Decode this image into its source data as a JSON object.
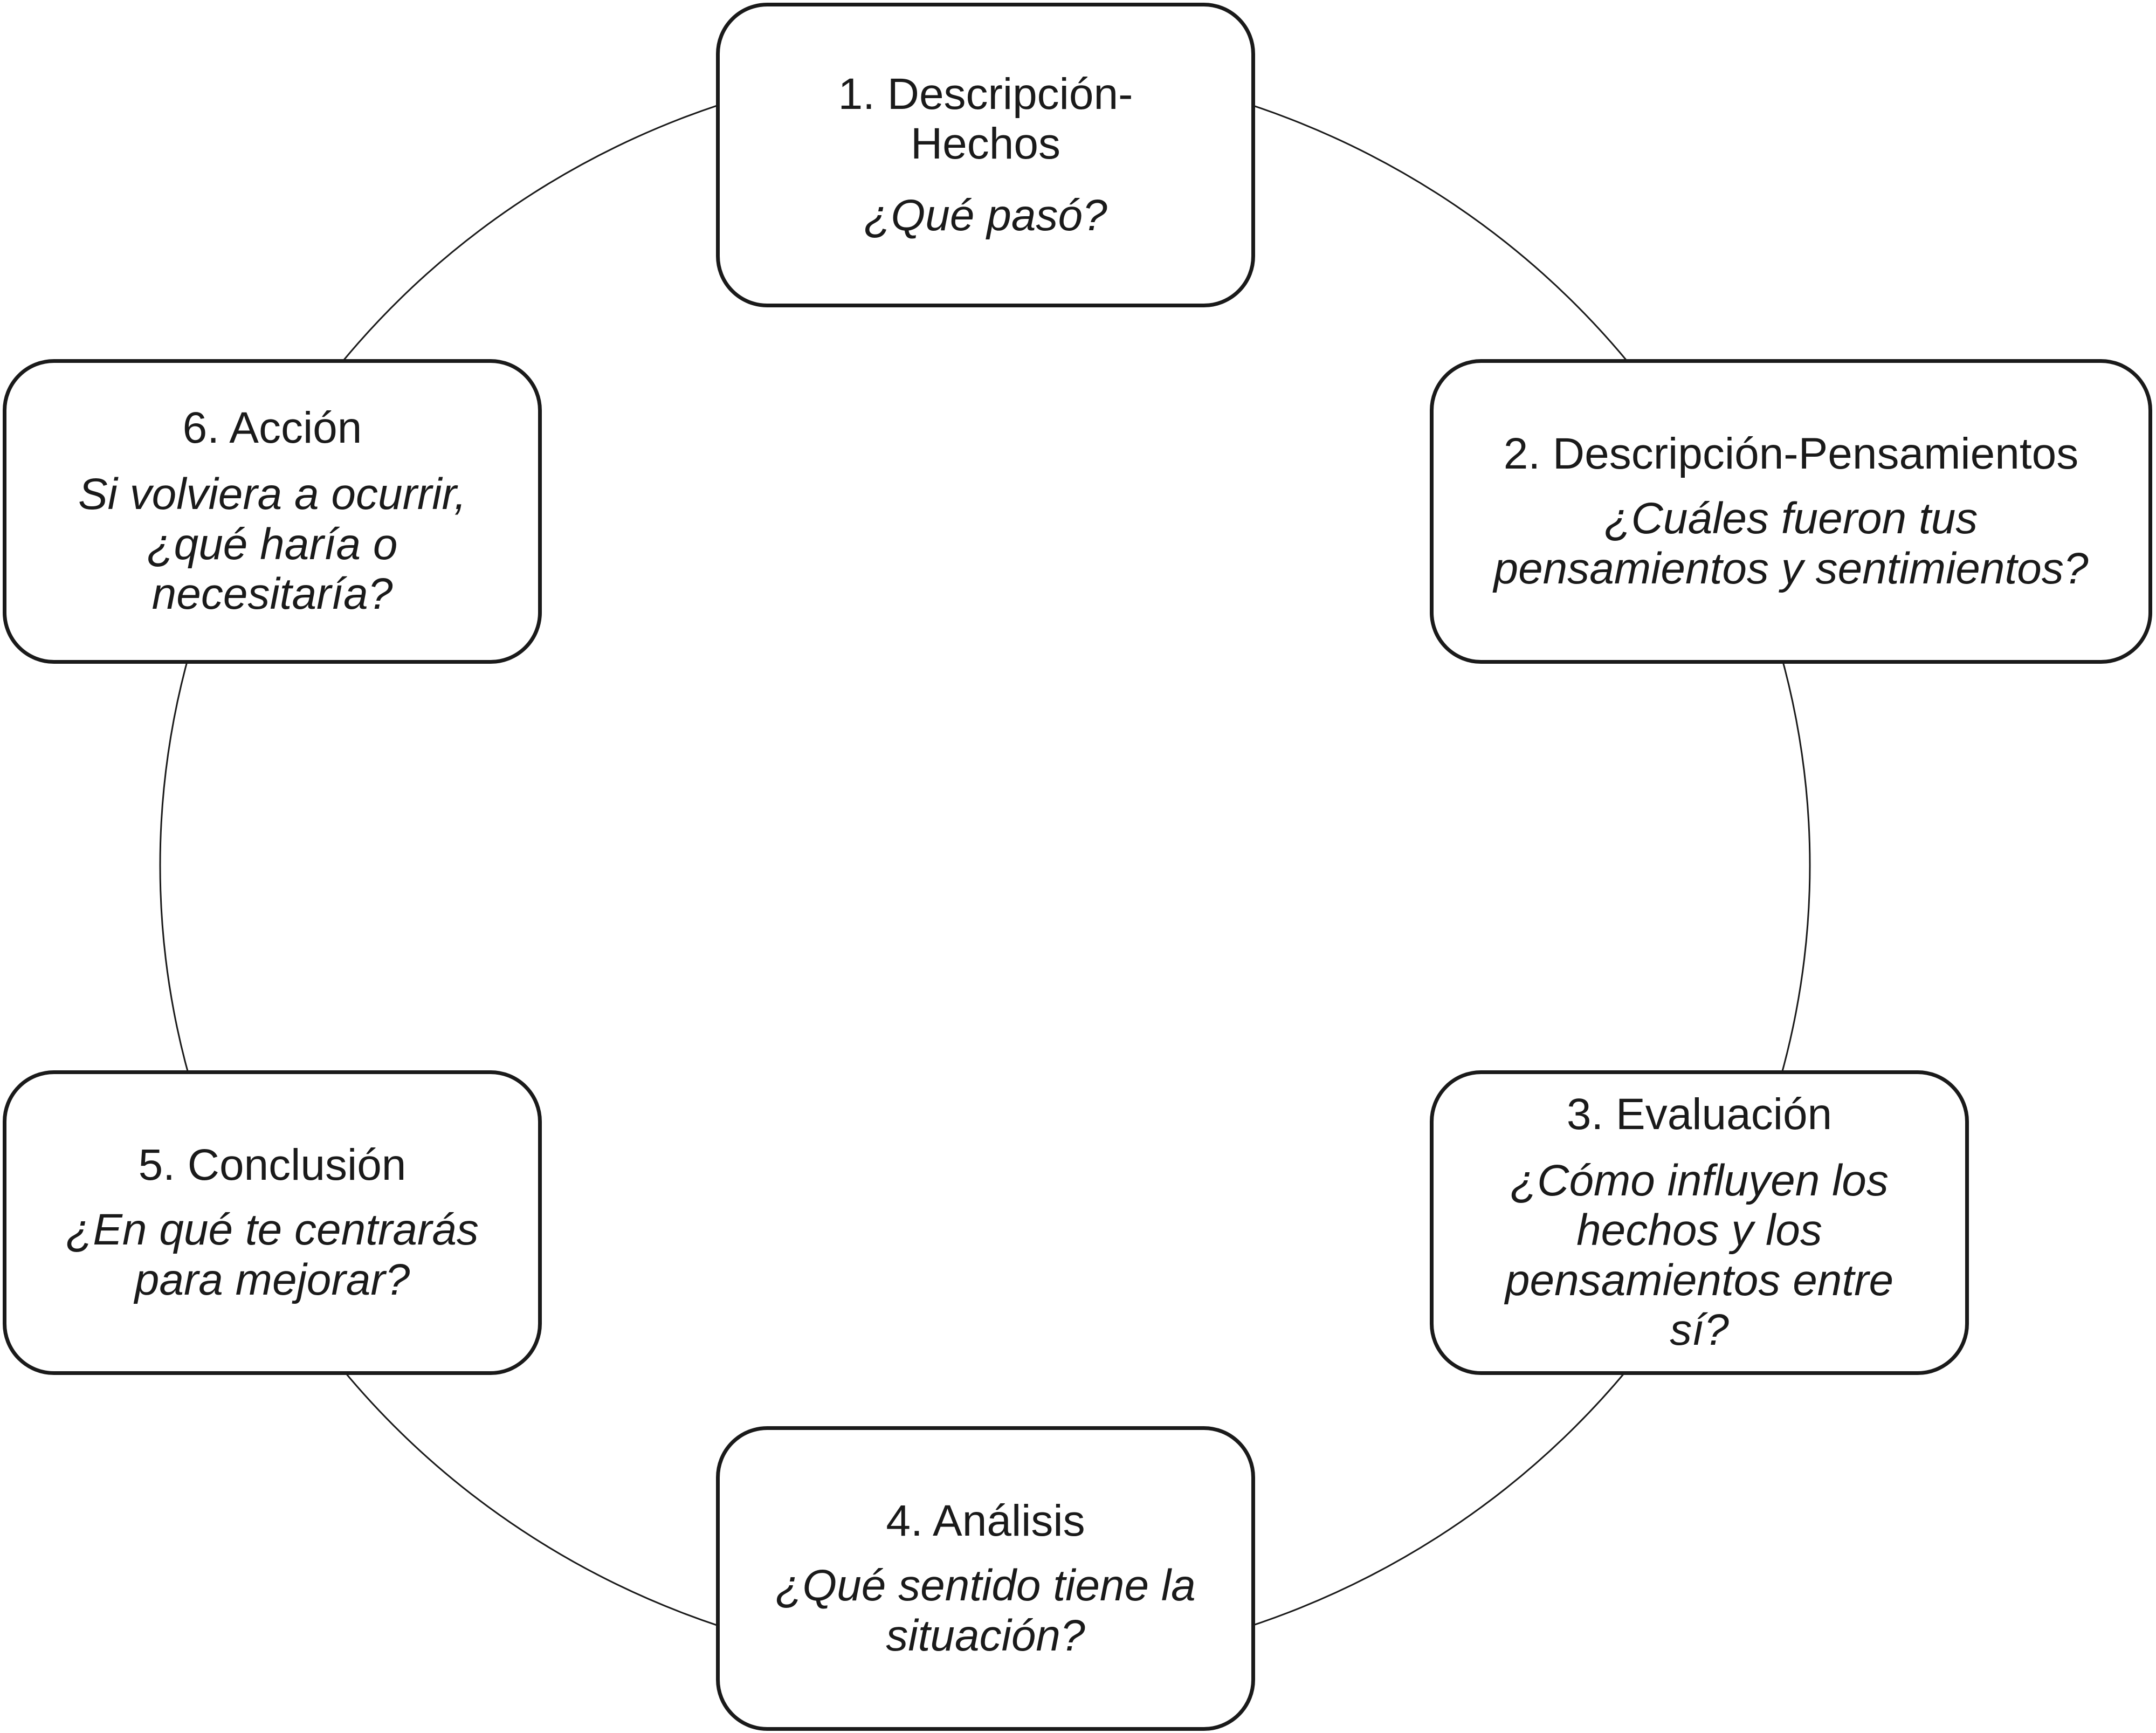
{
  "diagram": {
    "line_color": "#1a1a1a",
    "steps": [
      {
        "number": "1",
        "title": "1. Descripción-\nHechos",
        "question": "¿Qué pasó?"
      },
      {
        "number": "2",
        "title": "2. Descripción-Pensamientos",
        "question": "¿Cuáles fueron tus\npensamientos y sentimientos?"
      },
      {
        "number": "3",
        "title": "3. Evaluación",
        "question": "¿Cómo influyen los\nhechos y los\npensamientos entre\nsí?"
      },
      {
        "number": "4",
        "title": "4. Análisis",
        "question": "¿Qué sentido tiene la\nsituación?"
      },
      {
        "number": "5",
        "title": "5. Conclusión",
        "question": "¿En qué te centrarás\npara mejorar?"
      },
      {
        "number": "6",
        "title": "6. Acción",
        "question": "Si volviera a ocurrir,\n¿qué haría o\nnecesitaría?"
      }
    ]
  }
}
